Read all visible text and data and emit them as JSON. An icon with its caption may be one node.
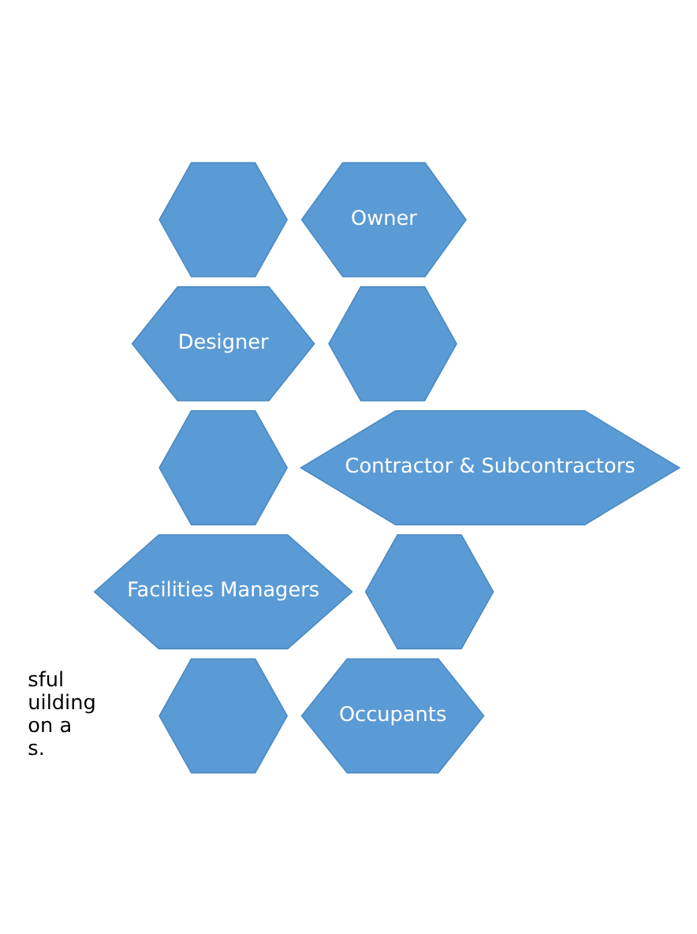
{
  "diagram": {
    "nodes": [
      {
        "text": [],
        "shape": "hexagon"
      },
      {
        "text": [
          "Owner"
        ]
      },
      {
        "text": [
          "Designer"
        ]
      },
      {
        "text": [],
        "shape": "hexagon"
      },
      {
        "text": [],
        "shape": "hexagon"
      },
      {
        "text": [
          "Contractor & Subcontractors"
        ]
      },
      {
        "text": [
          "Facilities Managers"
        ]
      },
      {
        "text": [],
        "shape": "hexagon"
      },
      {
        "text": [],
        "shape": "hexagon"
      },
      {
        "text": [
          "Occupants"
        ]
      }
    ],
    "edges": [],
    "labels": [
      "sful",
      "uilding",
      "on a",
      "s."
    ]
  }
}
